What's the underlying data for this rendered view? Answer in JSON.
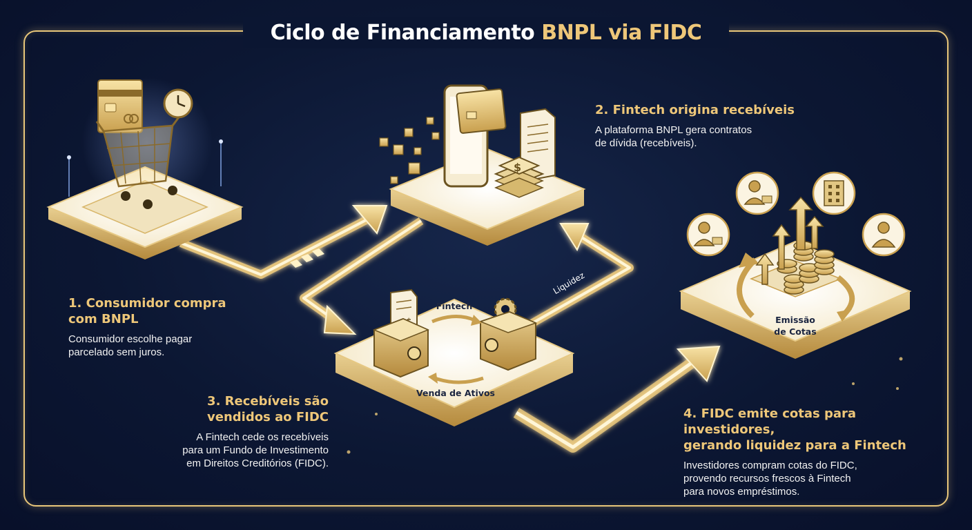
{
  "title": {
    "prefix": "Ciclo de Financiamento ",
    "highlight": "BNPL via FIDC"
  },
  "steps": [
    {
      "title_line1": "1. Consumidor compra",
      "title_line2": "com BNPL",
      "desc_line1": "Consumidor escolhe pagar",
      "desc_line2": "parcelado sem juros."
    },
    {
      "title_line1": "2. Fintech origina recebíveis",
      "desc_line1": "A plataforma BNPL gera contratos",
      "desc_line2": "de dívida (recebíveis)."
    },
    {
      "title_line1": "3. Recebíveis são",
      "title_line2": "vendidos ao FIDC",
      "desc_line1": "A Fintech cede os recebíveis",
      "desc_line2": "para um Fundo de Investimento",
      "desc_line3": "em Direitos Creditórios (FIDC)."
    },
    {
      "title_line1": "4. FIDC emite cotas para investidores,",
      "title_line2": "gerando liquidez para a Fintech",
      "desc_line1": "Investidores compram cotas do FIDC,",
      "desc_line2": "provendo recursos frescos à Fintech",
      "desc_line3": "para novos empréstimos."
    }
  ],
  "diagram_labels": {
    "fintech": "Fintech",
    "venda_de_ativos": "Venda de Ativos",
    "liquidez": "Liquidez",
    "emissao_line1": "Emissão",
    "emissao_line2": "de Cotas"
  },
  "icons": {
    "step1": [
      "credit-card-icon",
      "shopping-cart-icon",
      "clock-icon"
    ],
    "step2": [
      "smartphone-icon",
      "contract-document-icon",
      "money-stack-icon"
    ],
    "step3": [
      "safe-vault-icon",
      "gear-icon",
      "receivable-document-icon"
    ],
    "step4": [
      "investor-icon",
      "building-icon",
      "coin-stack-icon",
      "growth-arrow-icon"
    ]
  },
  "colors": {
    "background": "#0c1733",
    "gold": "#eec779",
    "platform_top": "#fbf4e2",
    "text": "#ffffff"
  }
}
